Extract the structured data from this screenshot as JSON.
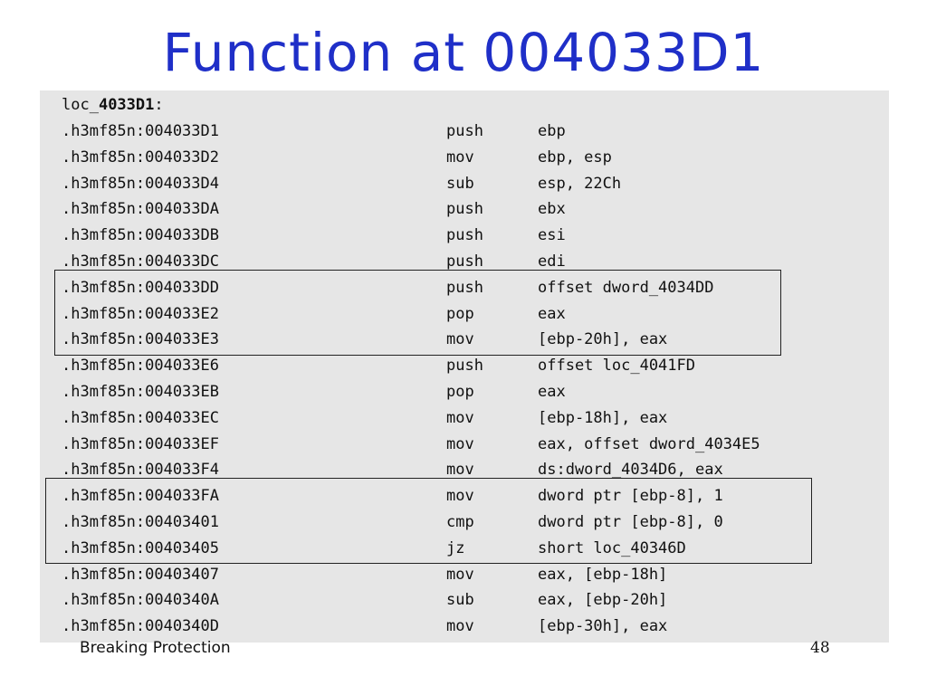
{
  "title": "Function at 004033D1",
  "label": {
    "prefix": "loc_",
    "bold": "4033D1",
    "suffix": ":"
  },
  "lines": [
    {
      "addr": ".h3mf85n:004033D1",
      "mnemonic": "push",
      "operands": "ebp"
    },
    {
      "addr": ".h3mf85n:004033D2",
      "mnemonic": "mov",
      "operands": "ebp, esp"
    },
    {
      "addr": ".h3mf85n:004033D4",
      "mnemonic": "sub",
      "operands": "esp, 22Ch"
    },
    {
      "addr": ".h3mf85n:004033DA",
      "mnemonic": "push",
      "operands": "ebx"
    },
    {
      "addr": ".h3mf85n:004033DB",
      "mnemonic": "push",
      "operands": "esi"
    },
    {
      "addr": ".h3mf85n:004033DC",
      "mnemonic": "push",
      "operands": "edi"
    },
    {
      "addr": ".h3mf85n:004033DD",
      "mnemonic": "push",
      "operands": "offset dword_4034DD"
    },
    {
      "addr": ".h3mf85n:004033E2",
      "mnemonic": "pop",
      "operands": "eax"
    },
    {
      "addr": ".h3mf85n:004033E3",
      "mnemonic": "mov",
      "operands": "[ebp-20h], eax"
    },
    {
      "addr": ".h3mf85n:004033E6",
      "mnemonic": "push",
      "operands": "offset loc_4041FD"
    },
    {
      "addr": ".h3mf85n:004033EB",
      "mnemonic": "pop",
      "operands": "eax"
    },
    {
      "addr": ".h3mf85n:004033EC",
      "mnemonic": "mov",
      "operands": "[ebp-18h], eax"
    },
    {
      "addr": ".h3mf85n:004033EF",
      "mnemonic": "mov",
      "operands": "eax, offset dword_4034E5"
    },
    {
      "addr": ".h3mf85n:004033F4",
      "mnemonic": "mov",
      "operands": "ds:dword_4034D6, eax"
    },
    {
      "addr": ".h3mf85n:004033FA",
      "mnemonic": "mov",
      "operands": "dword ptr [ebp-8], 1"
    },
    {
      "addr": ".h3mf85n:00403401",
      "mnemonic": "cmp",
      "operands": "dword ptr [ebp-8], 0"
    },
    {
      "addr": ".h3mf85n:00403405",
      "mnemonic": "jz",
      "operands": "short loc_40346D"
    },
    {
      "addr": ".h3mf85n:00403407",
      "mnemonic": "mov",
      "operands": "eax, [ebp-18h]"
    },
    {
      "addr": ".h3mf85n:0040340A",
      "mnemonic": "sub",
      "operands": "eax, [ebp-20h]"
    },
    {
      "addr": ".h3mf85n:0040340D",
      "mnemonic": "mov",
      "operands": "[ebp-30h], eax"
    }
  ],
  "footer": "Breaking Protection",
  "page_number": "48"
}
